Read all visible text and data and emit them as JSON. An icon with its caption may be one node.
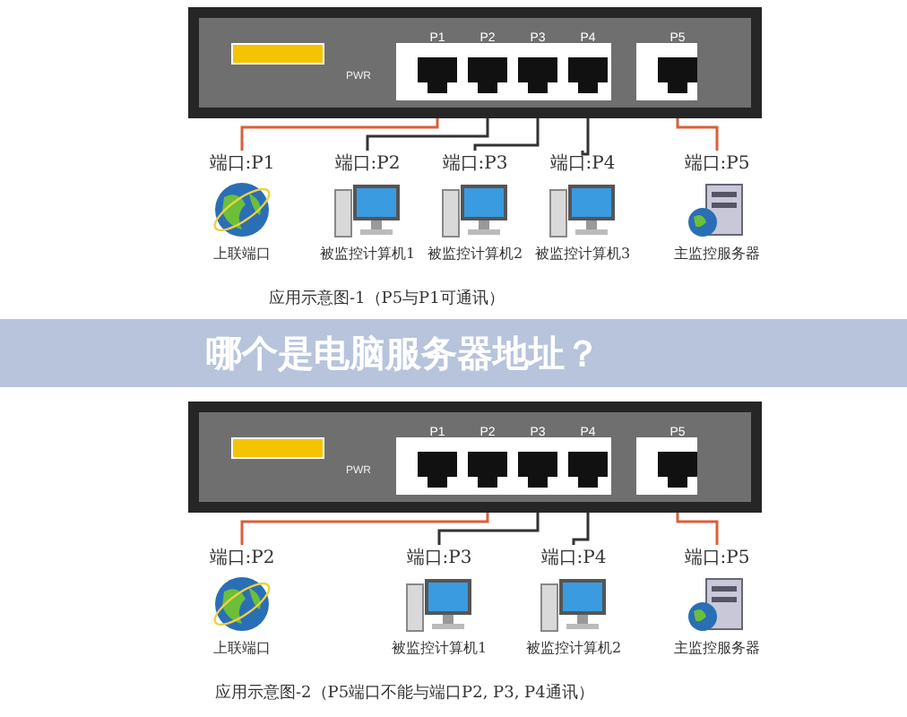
{
  "diagram": {
    "title": "哪个是电脑服务器地址？",
    "nodes": [
      {
        "text": [],
        "shape": "box"
      },
      {
        "text": [
          "P1"
        ],
        "in": 0
      },
      {
        "text": [
          "P2"
        ],
        "in": 0
      },
      {
        "text": [
          "P3"
        ],
        "in": 0
      },
      {
        "text": [
          "P4"
        ],
        "in": 0
      },
      {
        "text": [
          "P5"
        ],
        "in": 0
      },
      {
        "text": [
          "端口:P1",
          "上联端口"
        ]
      },
      {
        "text": [
          "端口:P2",
          "被监控计算机1"
        ]
      },
      {
        "text": [
          "端口:P3",
          "被监控计算机2"
        ]
      },
      {
        "text": [
          "端口:P4",
          "被监控计算机3"
        ]
      },
      {
        "text": [
          "端口:P5",
          "主监控服务器"
        ]
      },
      {
        "text": [],
        "shape": "box"
      },
      {
        "text": [
          "P1"
        ],
        "in": 11
      },
      {
        "text": [
          "P2"
        ],
        "in": 11
      },
      {
        "text": [
          "P3"
        ],
        "in": 11
      },
      {
        "text": [
          "P4"
        ],
        "in": 11
      },
      {
        "text": [
          "P5"
        ],
        "in": 11
      },
      {
        "text": [
          "端口:P2",
          "上联端口"
        ]
      },
      {
        "text": [
          "端口:P3",
          "被监控计算机1"
        ]
      },
      {
        "text": [
          "端口:P4",
          "被监控计算机2"
        ]
      },
      {
        "text": [
          "端口:P5",
          "主监控服务器"
        ]
      }
    ],
    "edges": [
      {
        "from": 1,
        "to": 6,
        "arrow": "none",
        "color": "#d9603b"
      },
      {
        "from": 2,
        "to": 7,
        "arrow": "none"
      },
      {
        "from": 3,
        "to": 8,
        "arrow": "none"
      },
      {
        "from": 4,
        "to": 9,
        "arrow": "none"
      },
      {
        "from": 5,
        "to": 10,
        "arrow": "none",
        "color": "#d9603b"
      },
      {
        "from": 13,
        "to": 17,
        "arrow": "none",
        "color": "#d9603b"
      },
      {
        "from": 14,
        "to": 18,
        "arrow": "none"
      },
      {
        "from": 15,
        "to": 19,
        "arrow": "none"
      },
      {
        "from": 16,
        "to": 20,
        "arrow": "none",
        "color": "#d9603b"
      }
    ],
    "labels": [
      "PWR",
      "应用示意图-1（P5与P1可通讯）",
      "PWR",
      "应用示意图-2（P5端口不能与端口P2, P3, P4通讯）"
    ]
  }
}
